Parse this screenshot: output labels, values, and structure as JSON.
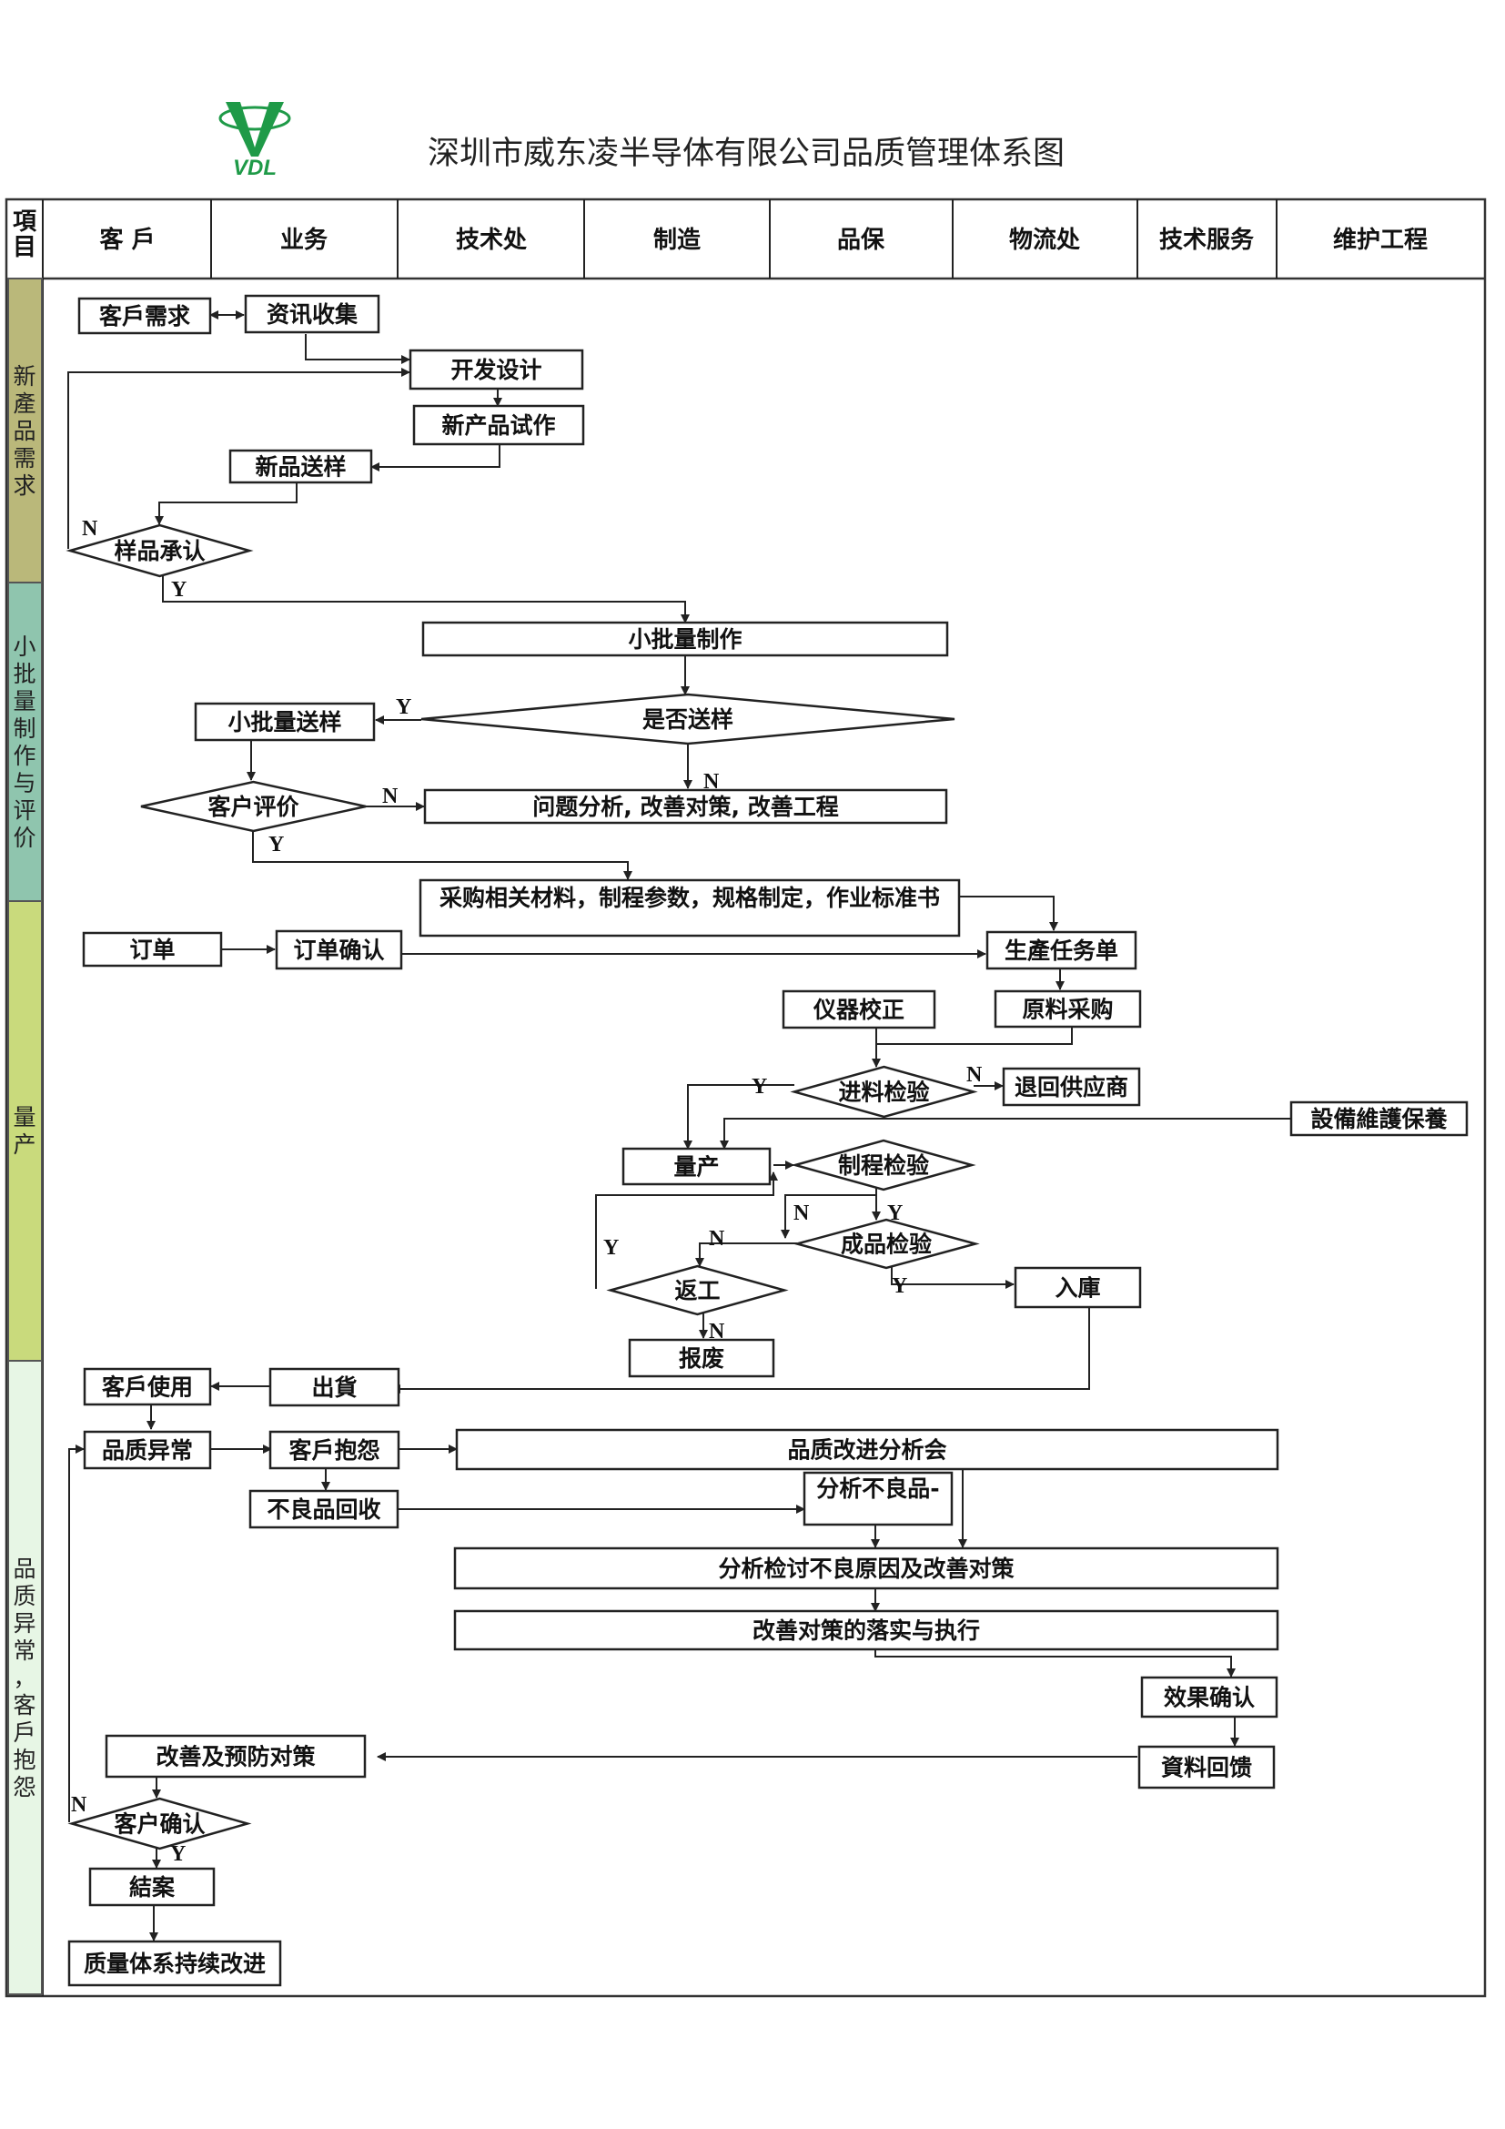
{
  "header": {
    "company": "VDL",
    "title": "深圳市威东凌半导体有限公司品质管理体系图",
    "brand_color": "#1f9a48",
    "item_label": [
      "項",
      "目"
    ],
    "columns": [
      "客 戶",
      "业务",
      "技术处",
      "制造",
      "品保",
      "物流处",
      "技术服务",
      "维护工程"
    ]
  },
  "phases": [
    {
      "label": "新產品需求",
      "color": "#bab87a"
    },
    {
      "label": "小批量制作与评价",
      "color": "#8fc5ae"
    },
    {
      "label": "量产",
      "color": "#c9da7c"
    },
    {
      "label": "品质异常,客戶抱怨",
      "color": "#e7f6e5"
    }
  ],
  "nodes": {
    "customer_demand": "客戶需求",
    "info_collect": "资讯收集",
    "dev_design": "开发设计",
    "trial": "新产品试作",
    "sample_send": "新品送样",
    "sample_approve": "样品承认",
    "small_batch": "小批量制作",
    "send_sample_q": "是否送样",
    "small_batch_send": "小批量送样",
    "customer_eval": "客户评价",
    "problem_analysis": "问题分析, 改善对策, 改善工程",
    "purchase_spec": "采购相关材料，制程参数，规格制定，作业标准书",
    "order": "订单",
    "order_confirm": "订单确认",
    "production_order": "生產任务单",
    "instrument_cal": "仪器校正",
    "material_purchase": "原料采购",
    "incoming_insp": "进料检验",
    "return_supplier": "退回供应商",
    "equipment_maint": "設備維護保養",
    "mass_production": "量产",
    "process_insp": "制程检验",
    "final_insp": "成品检验",
    "rework": "返工",
    "warehouse": "入庫",
    "scrap": "报废",
    "customer_use": "客戶使用",
    "shipment": "出貨",
    "quality_abnormal": "品质异常",
    "customer_complaint": "客戶抱怨",
    "quality_meeting": "品质改进分析会",
    "defect_recovery": "不良品回收",
    "defect_analysis": "分析不良品-",
    "root_cause": "分析检讨不良原因及改善对策",
    "implement": "改善对策的落实与执行",
    "effect_confirm": "效果确认",
    "data_feedback": "資料回馈",
    "prevent": "改善及预防对策",
    "customer_confirm": "客户确认",
    "close": "結案",
    "continuous": "质量体系持续改进"
  },
  "flags": {
    "yes": "Y",
    "no": "N"
  }
}
